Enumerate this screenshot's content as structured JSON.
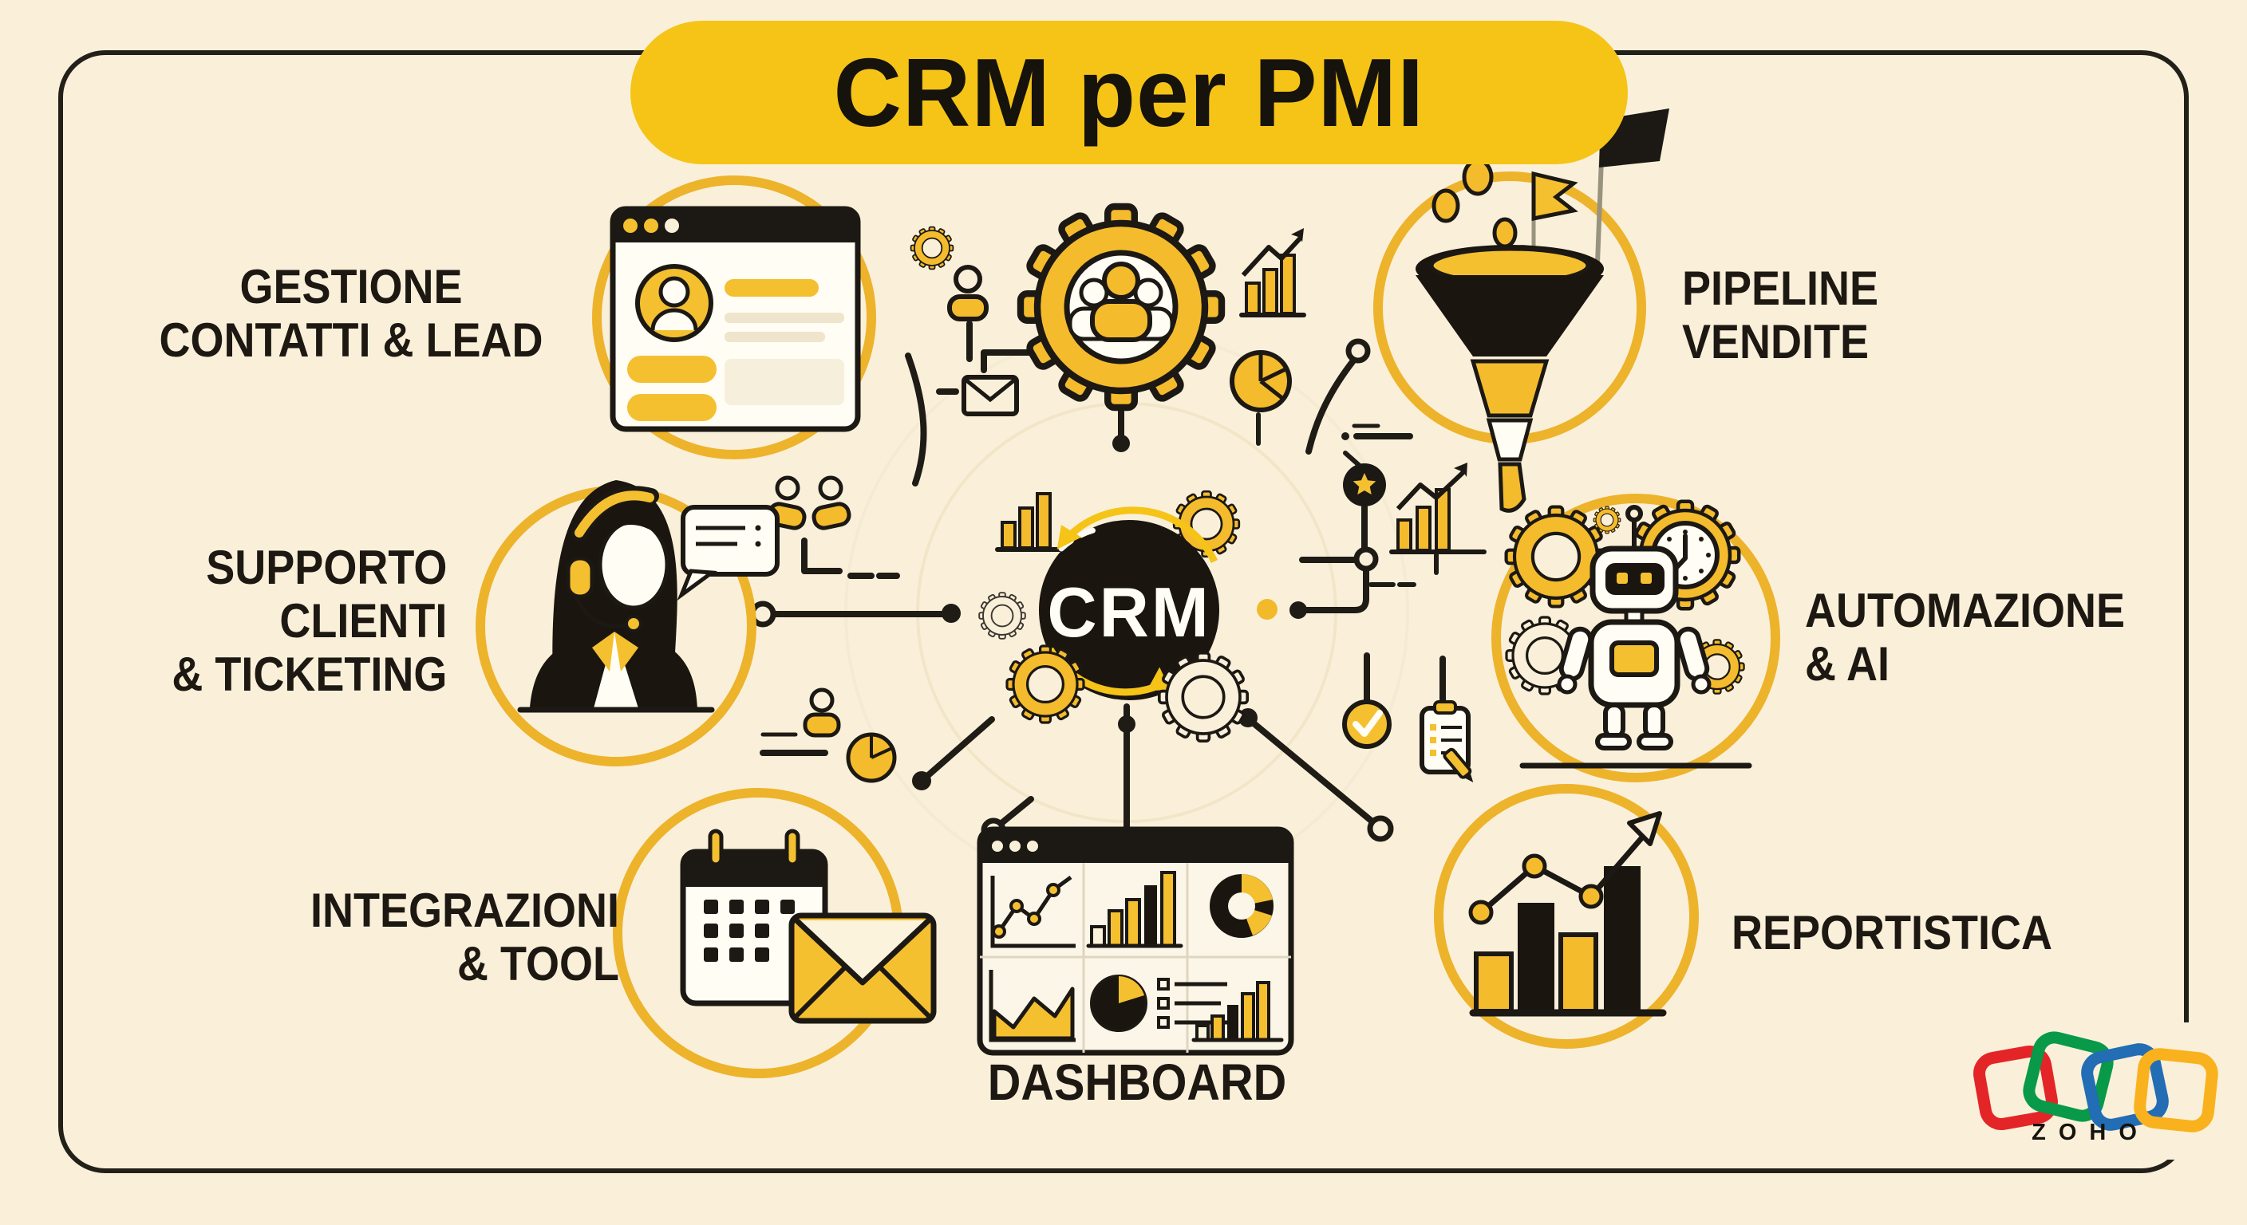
{
  "title": "CRM per PMI",
  "hub": {
    "label": "CRM"
  },
  "nodes": {
    "gestione": {
      "lines": [
        "GESTIONE",
        "CONTATTI & LEAD"
      ]
    },
    "pipeline": {
      "lines": [
        "PIPELINE",
        "VENDITE"
      ]
    },
    "supporto": {
      "lines": [
        "SUPPORTO",
        "CLIENTI",
        "& TICKETING"
      ]
    },
    "automazione": {
      "lines": [
        "AUTOMAZIONE",
        "& AI"
      ]
    },
    "integrazioni": {
      "lines": [
        "INTEGRAZIONI",
        "& TOOL"
      ]
    },
    "reportistica": {
      "lines": [
        "REPORTISTICA"
      ]
    },
    "dashboard": {
      "lines": [
        "DASHBOARD"
      ]
    }
  },
  "logo": {
    "text": "ZOHO"
  },
  "colors": {
    "background": "#FAF0DA",
    "accent_yellow": "#F5C417",
    "icon_yellow": "#F4BB2D",
    "ring_gold": "#EDB32B",
    "ink_black": "#1C1813",
    "paper_white": "#FFFDF4",
    "zoho_red": "#E42527",
    "zoho_green": "#089949",
    "zoho_blue": "#226DB4",
    "zoho_yellow": "#F9B21D"
  }
}
